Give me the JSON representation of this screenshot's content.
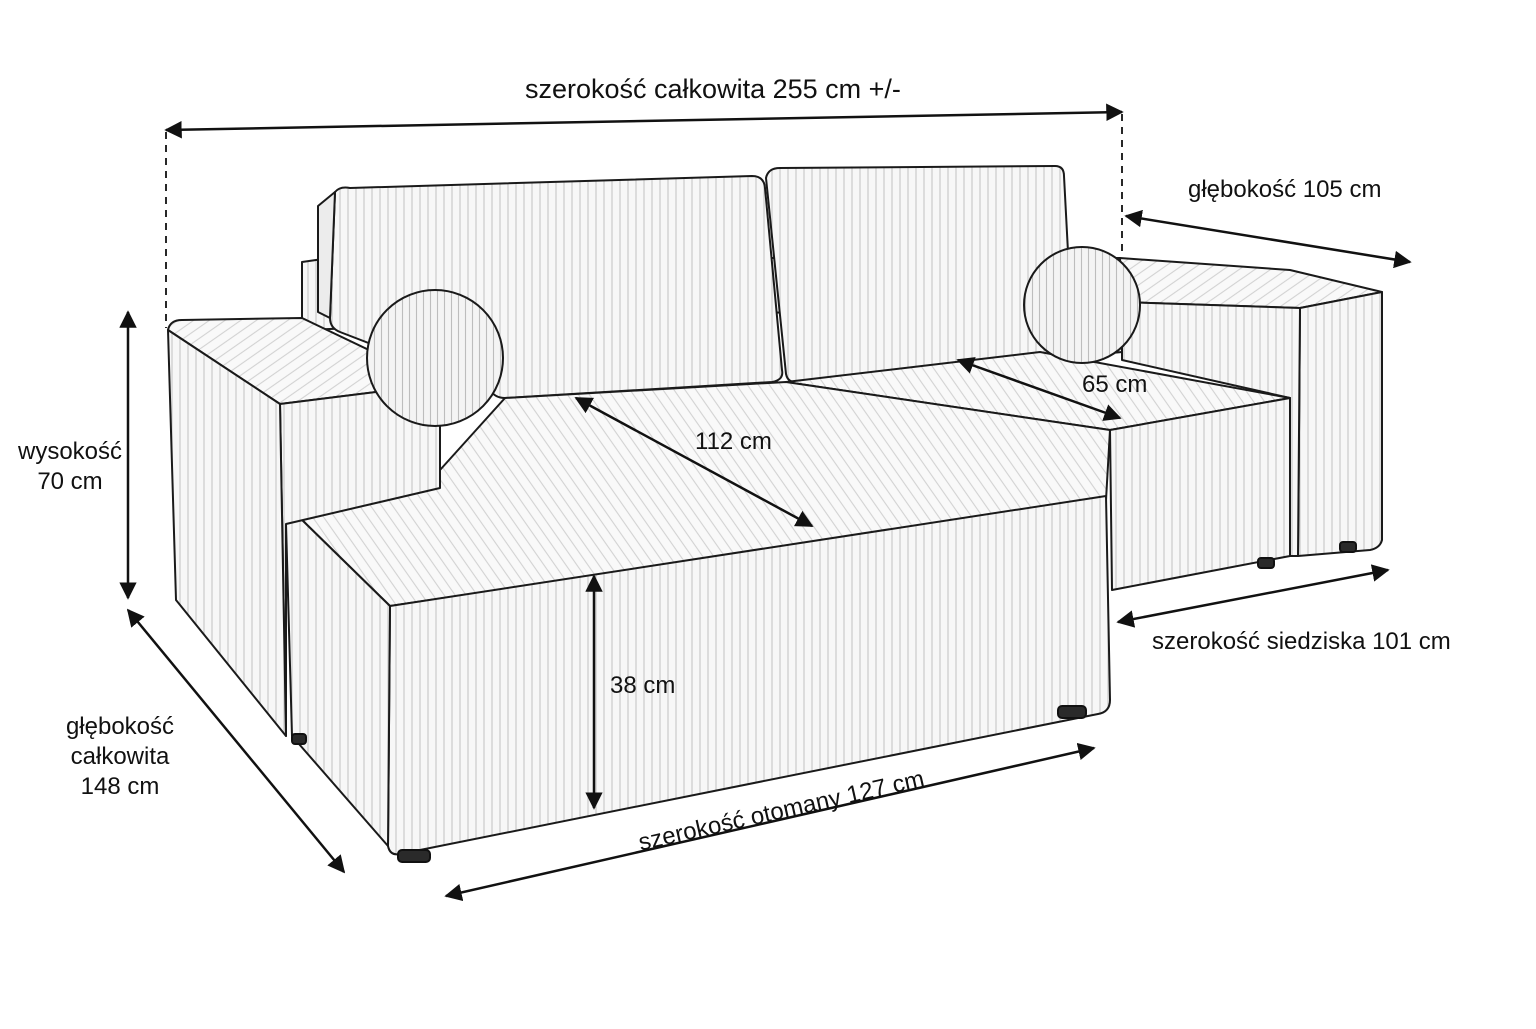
{
  "dimensions": {
    "total_width": "szerokość całkowita 255 cm +/-",
    "depth": "głębokość 105 cm",
    "height_line1": "wysokość",
    "height_line2": "70 cm",
    "seat_depth": "65 cm",
    "chaise_depth": "112 cm",
    "seat_height": "38 cm",
    "seat_width": "szerokość siedziska 101 cm",
    "total_depth_line1": "głębokość",
    "total_depth_line2": "całkowita",
    "total_depth_line3": "148 cm",
    "chaise_width": "szerokość otomany 127 cm"
  },
  "colors": {
    "line": "#1a1a1a",
    "fabric": "#f7f7f7",
    "rib": "#c9c9c9",
    "foot": "#2a2a2a"
  }
}
